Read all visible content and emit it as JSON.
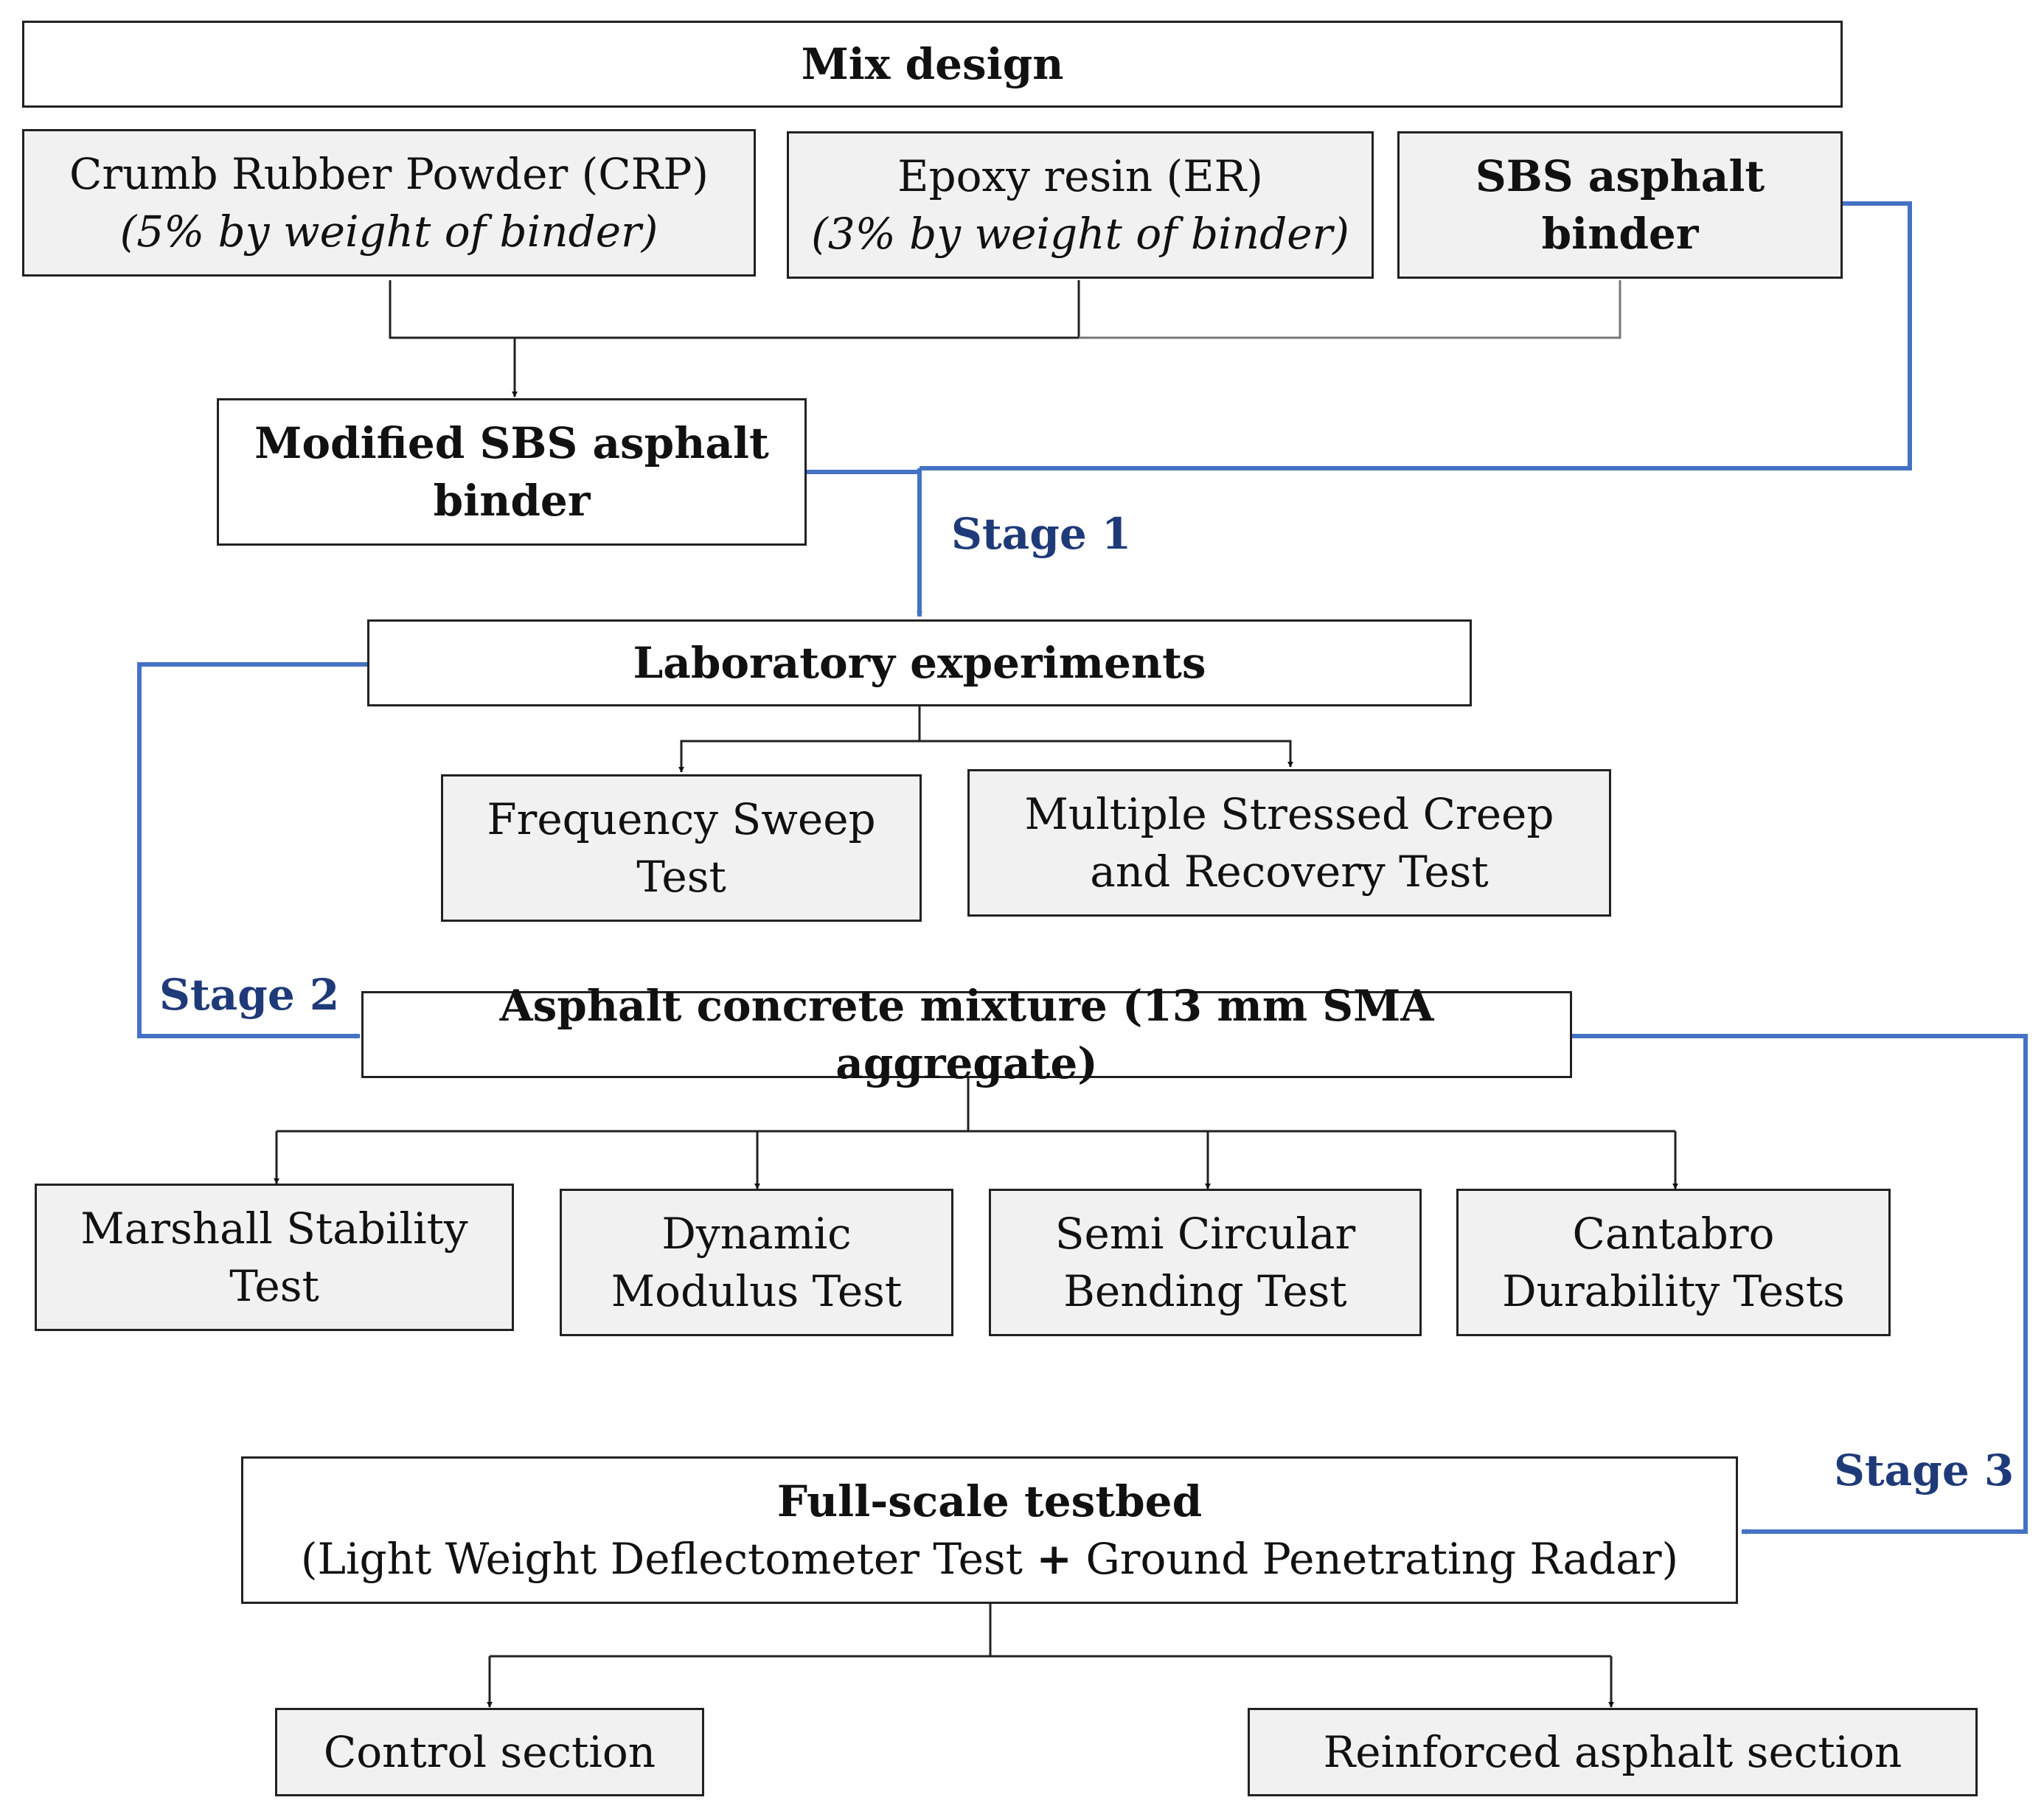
{
  "mix_design": "Mix design",
  "crp": {
    "line1": "Crumb Rubber Powder (CRP)",
    "line2": "(5% by weight of binder)"
  },
  "er": {
    "line1": "Epoxy resin (ER)",
    "line2": "(3% by weight of binder)"
  },
  "sbs": {
    "line1": "SBS asphalt",
    "line2": "binder"
  },
  "modified": {
    "line1": "Modified SBS asphalt",
    "line2": "binder"
  },
  "stage1": "Stage 1",
  "lab": "Laboratory experiments",
  "freq": {
    "line1": "Frequency Sweep",
    "line2": "Test"
  },
  "mscr": {
    "line1": "Multiple Stressed Creep",
    "line2": "and Recovery Test"
  },
  "stage2": "Stage 2",
  "mixture": "Asphalt concrete mixture (13 mm SMA aggregate)",
  "marshall": {
    "line1": "Marshall Stability",
    "line2": "Test"
  },
  "dynamic": {
    "line1": "Dynamic",
    "line2": "Modulus Test"
  },
  "scb": {
    "line1": "Semi Circular",
    "line2": "Bending Test"
  },
  "cantabro": {
    "line1": "Cantabro",
    "line2": "Durability Tests"
  },
  "stage3": "Stage 3",
  "testbed": {
    "line1": "Full-scale testbed",
    "line2a": "(Light Weight Deflectometer Test",
    "plus": "+",
    "line2b": "Ground Penetrating Radar)"
  },
  "control": "Control section",
  "reinforced": "Reinforced asphalt section",
  "colors": {
    "blue_connector": "#4472c4",
    "stage_text": "#1f3a78",
    "grey_fill": "#f1f1f1"
  }
}
